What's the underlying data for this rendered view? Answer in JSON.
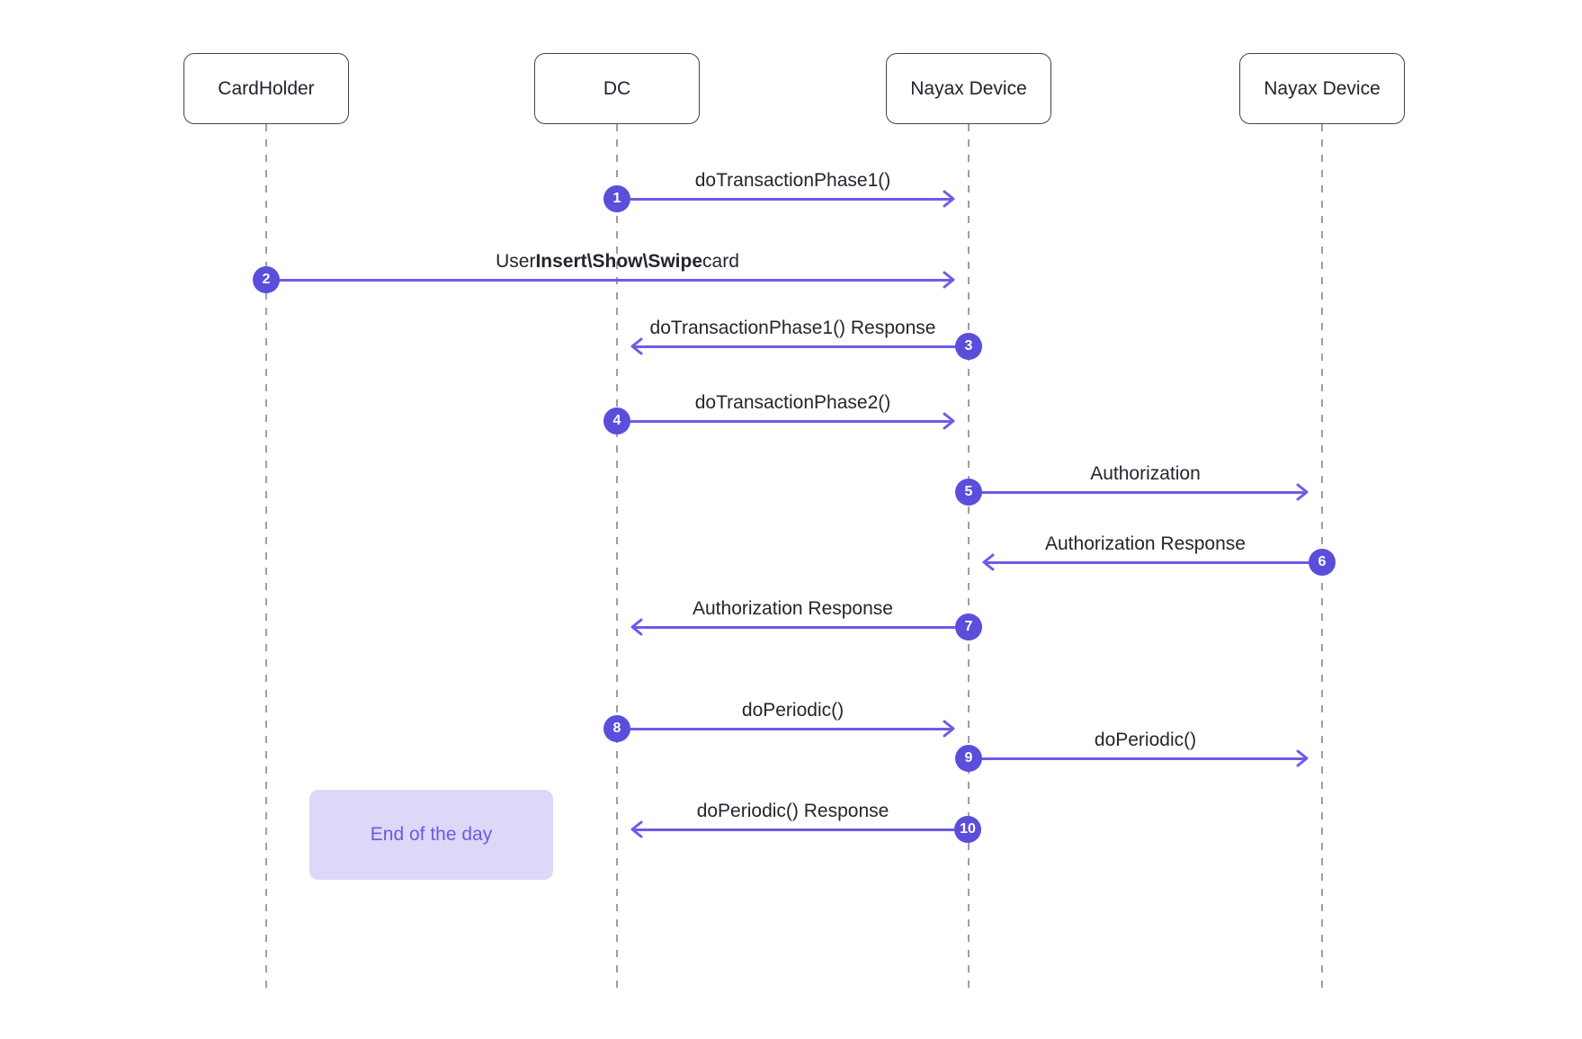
{
  "diagram": {
    "type": "sequence-diagram",
    "actors": [
      {
        "id": "cardholder",
        "label": "CardHolder"
      },
      {
        "id": "dc",
        "label": "DC"
      },
      {
        "id": "nayax-device-1",
        "label": "Nayax Device"
      },
      {
        "id": "nayax-device-2",
        "label": "Nayax Device"
      }
    ],
    "messages": [
      {
        "num": "1",
        "label": "doTransactionPhase1()",
        "from": "dc",
        "to": "nayax-device-1"
      },
      {
        "num": "2",
        "parts": {
          "prefix": "User ",
          "bold": "Insert\\Show\\Swipe",
          "suffix": " card"
        },
        "from": "cardholder",
        "to": "nayax-device-1"
      },
      {
        "num": "3",
        "label": "doTransactionPhase1() Response",
        "from": "nayax-device-1",
        "to": "dc"
      },
      {
        "num": "4",
        "label": "doTransactionPhase2()",
        "from": "dc",
        "to": "nayax-device-1"
      },
      {
        "num": "5",
        "label": "Authorization",
        "from": "nayax-device-1",
        "to": "nayax-device-2"
      },
      {
        "num": "6",
        "label": "Authorization Response",
        "from": "nayax-device-2",
        "to": "nayax-device-1"
      },
      {
        "num": "7",
        "label": "Authorization Response",
        "from": "nayax-device-1",
        "to": "dc"
      },
      {
        "num": "8",
        "label": "doPeriodic()",
        "from": "dc",
        "to": "nayax-device-1"
      },
      {
        "num": "9",
        "label": "doPeriodic()",
        "from": "nayax-device-1",
        "to": "nayax-device-2"
      },
      {
        "num": "10",
        "label": "doPeriodic() Response",
        "from": "nayax-device-1",
        "to": "dc"
      }
    ],
    "note": {
      "label": "End of the day"
    },
    "colors": {
      "arrow": "#6C5CE8",
      "badge": "#5B4EDA",
      "note_bg": "#DDD7F8",
      "note_text": "#6A5BE2",
      "lifeline": "#9B9FA6",
      "box_border": "#3F444C",
      "text": "#23262E"
    }
  }
}
